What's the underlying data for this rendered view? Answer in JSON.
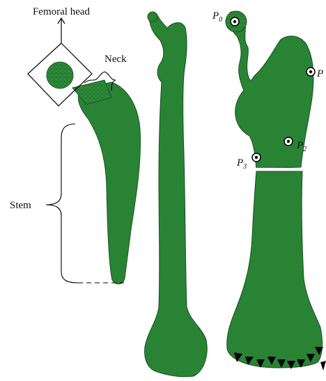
{
  "figure": {
    "labels": {
      "femoral_head": "Femoral head",
      "neck": "Neck",
      "stem": "Stem"
    },
    "points": [
      {
        "id": "P0",
        "main": "P",
        "sub": "0"
      },
      {
        "id": "P1",
        "main": "P",
        "sub": ""
      },
      {
        "id": "P2",
        "main": "P",
        "sub": "2"
      },
      {
        "id": "P3",
        "main": "P",
        "sub": "3"
      }
    ],
    "colors": {
      "mesh_fill": "#2e8b3a",
      "mesh_dark": "#1f6a2a",
      "outline": "#000000",
      "cut_line": "#ffffff",
      "support": "#000000"
    }
  }
}
